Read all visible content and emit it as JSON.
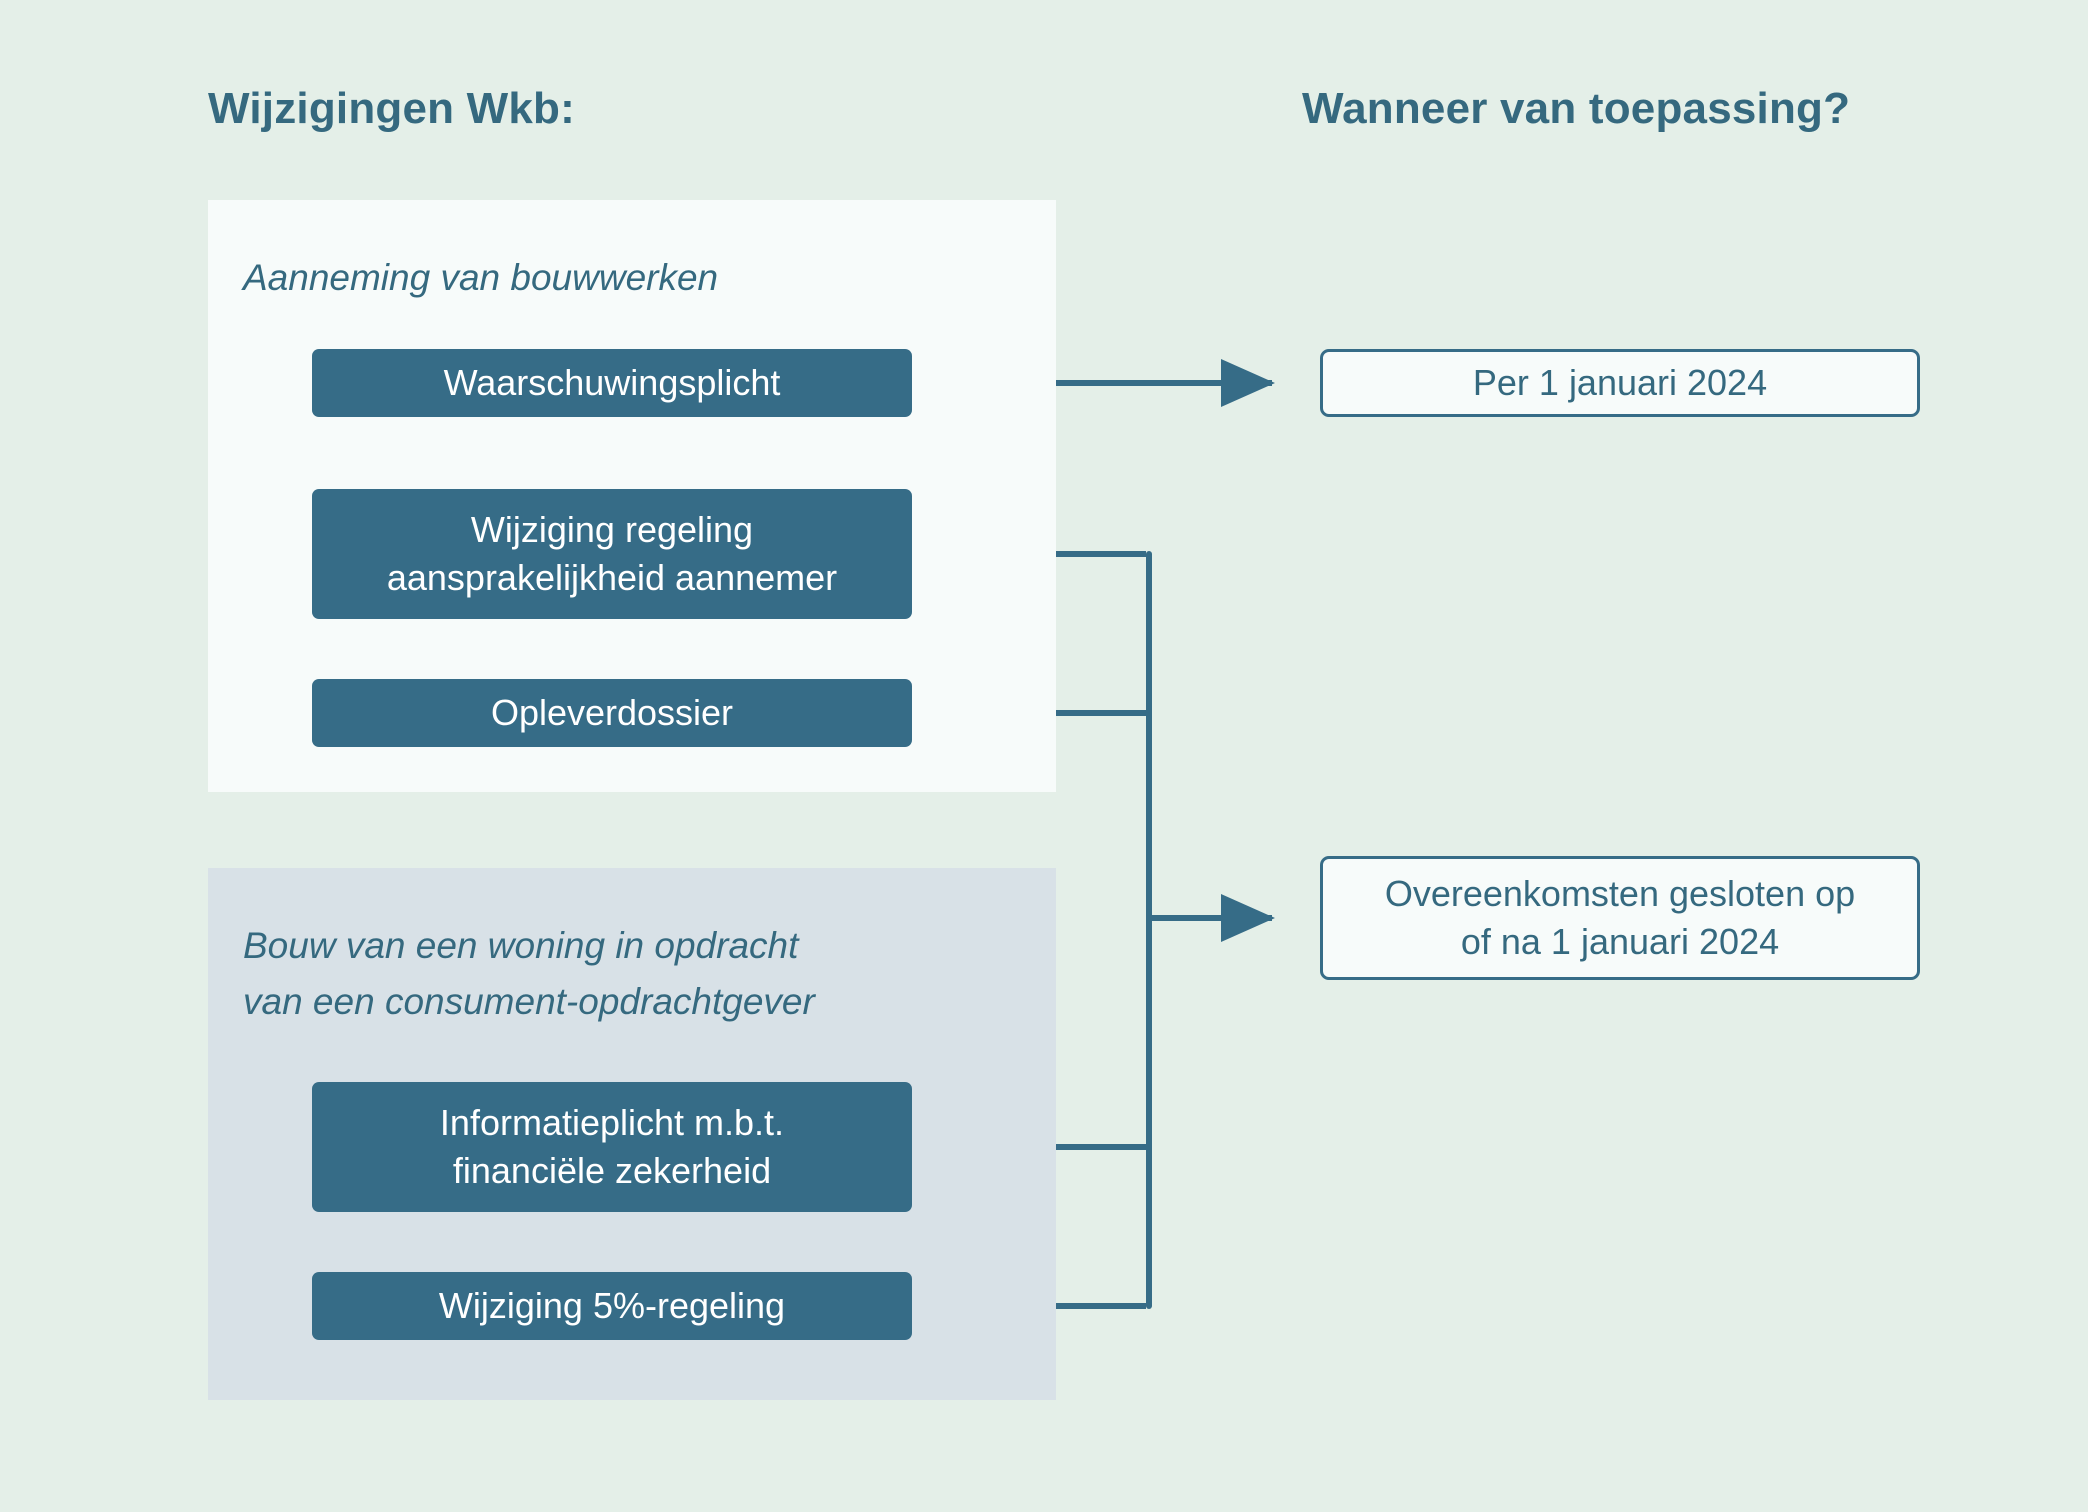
{
  "page": {
    "background_color": "#e4efe8",
    "accent_color": "#366c87",
    "text_color": "#35697f"
  },
  "headers": {
    "left": "Wijzigingen Wkb:",
    "right": "Wanneer van toepassing?"
  },
  "groups": [
    {
      "id": "aanneming",
      "title": "Aanneming van bouwwerken",
      "background_color": "#f7fbfa",
      "measures": [
        {
          "id": "waarschuwingsplicht",
          "label": "Waarschuwingsplicht"
        },
        {
          "id": "aansprakelijkheid",
          "label": "Wijziging regeling\naansprakelijkheid aannemer"
        },
        {
          "id": "opleverdossier",
          "label": "Opleverdossier"
        }
      ]
    },
    {
      "id": "bouw",
      "title": "Bouw van een woning in opdracht\nvan een consument-opdrachtgever",
      "background_color": "#d8e1e7",
      "measures": [
        {
          "id": "informatieplicht",
          "label": "Informatieplicht m.b.t.\nfinanciële zekerheid"
        },
        {
          "id": "vijfprocentregeling",
          "label": "Wijziging 5%-regeling"
        }
      ]
    }
  ],
  "outcomes": [
    {
      "id": "per-1-januari-2024",
      "label": "Per 1 januari 2024"
    },
    {
      "id": "overeenkomsten-op-of-na",
      "label": "Overeenkomsten gesloten op\nof na 1 januari 2024"
    }
  ],
  "connections": [
    {
      "from": "waarschuwingsplicht",
      "to": "per-1-januari-2024"
    },
    {
      "from": "aansprakelijkheid",
      "to": "overeenkomsten-op-of-na"
    },
    {
      "from": "opleverdossier",
      "to": "overeenkomsten-op-of-na"
    },
    {
      "from": "informatieplicht",
      "to": "overeenkomsten-op-of-na"
    },
    {
      "from": "vijfprocentregeling",
      "to": "overeenkomsten-op-of-na"
    }
  ]
}
